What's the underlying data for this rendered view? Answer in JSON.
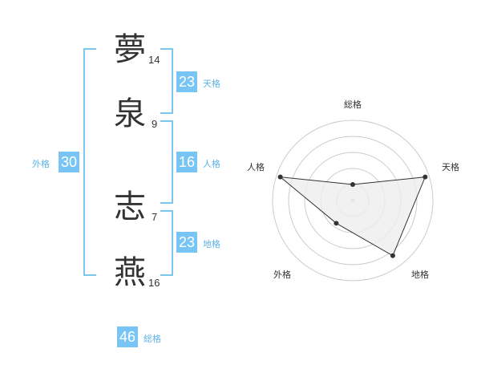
{
  "characters": [
    {
      "char": "夢",
      "strokes": "14"
    },
    {
      "char": "泉",
      "strokes": "9"
    },
    {
      "char": "志",
      "strokes": "7"
    },
    {
      "char": "燕",
      "strokes": "16"
    }
  ],
  "fortunes": {
    "tenkaku": {
      "value": "23",
      "label": "天格"
    },
    "jinkaku": {
      "value": "16",
      "label": "人格"
    },
    "chikaku": {
      "value": "23",
      "label": "地格"
    },
    "gaikaku": {
      "value": "30",
      "label": "外格"
    },
    "soukaku": {
      "value": "46",
      "label": "総格"
    }
  },
  "radar": {
    "axes": [
      "総格",
      "天格",
      "地格",
      "外格",
      "人格"
    ],
    "scores": [
      0.2,
      0.95,
      0.85,
      0.35,
      0.95
    ],
    "max": 1.0,
    "rings": 5,
    "ring_color": "#cccccc",
    "fill_color": "#eeeeee",
    "line_color": "#333333"
  },
  "colors": {
    "accent": "#78c5f5",
    "bracket": "#7ec6f0",
    "label": "#5db3e6"
  }
}
